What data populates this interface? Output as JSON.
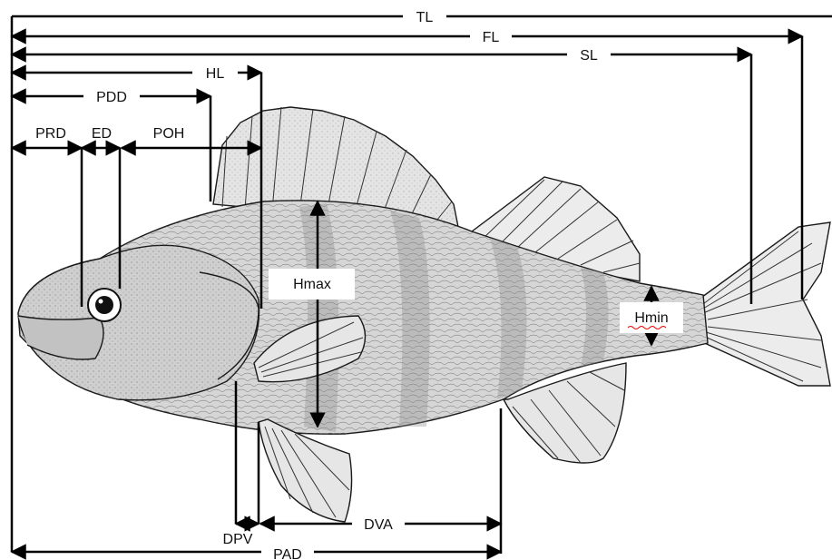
{
  "diagram": {
    "labels": {
      "tl": "TL",
      "fl": "FL",
      "sl": "SL",
      "hl": "HL",
      "pdd": "PDD",
      "prd": "PRD",
      "ed": "ED",
      "poh": "POH",
      "hmax": "Hmax",
      "hmin": "Hmin",
      "dpv": "DPV",
      "dva": "DVA",
      "pad": "PAD"
    },
    "colors": {
      "line": "#000000",
      "fish_body": "#d9d9d9",
      "fish_dark": "#9a9a9a",
      "fin": "#e8e8e8"
    }
  }
}
